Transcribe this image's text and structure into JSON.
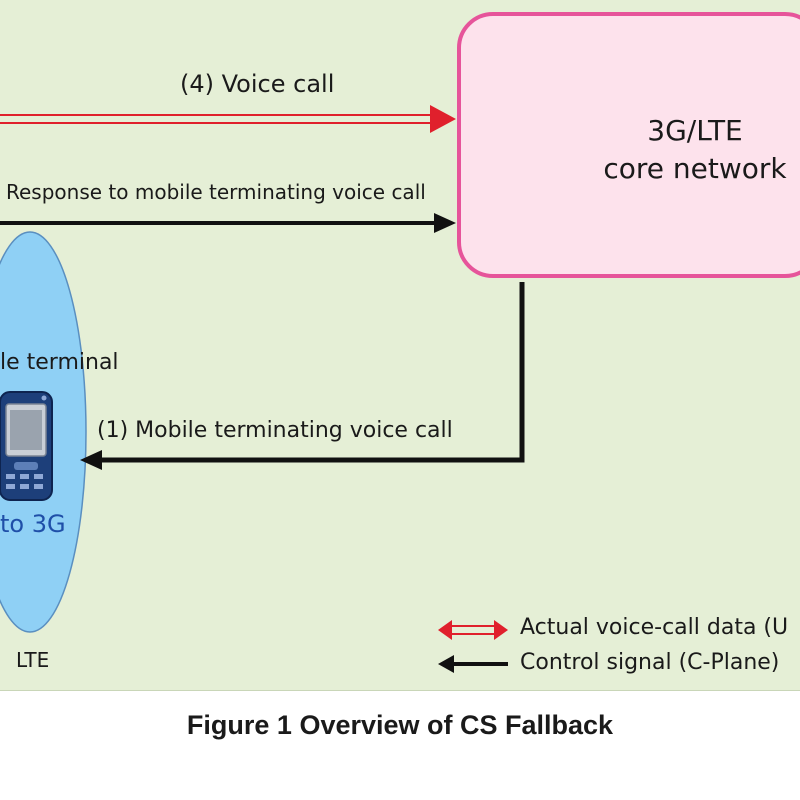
{
  "core_network": {
    "line1": "3G/LTE",
    "line2": "core network",
    "fill_color": "#fde2ec",
    "border_color": "#e6549a"
  },
  "arrows": {
    "voice_call": "(4) Voice call",
    "response": "Response to mobile terminating voice call",
    "mobile_terminating": "(1) Mobile terminating voice call"
  },
  "terminal": {
    "label": "le terminal",
    "fallback_text": "to 3G",
    "cell_label": "LTE",
    "cell_color": "#8fd0f5"
  },
  "legend": {
    "voice_data": "Actual voice-call data (U",
    "control_signal": "Control signal (C-Plane)",
    "voice_color": "#e0202c",
    "control_color": "#111111"
  },
  "caption": "Figure 1  Overview of CS Fallback"
}
